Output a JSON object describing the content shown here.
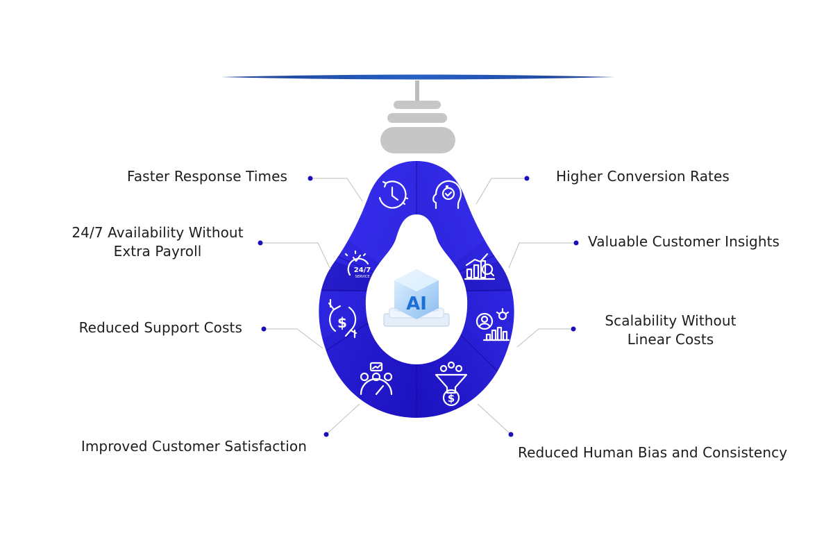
{
  "benefits": [
    {
      "id": "faster-response",
      "lines": [
        "Faster Response Times"
      ],
      "icon": "clock-icon"
    },
    {
      "id": "availability",
      "lines": [
        "24/7 Availability Without",
        "Extra Payroll"
      ],
      "icon": "24-7-service-icon",
      "badge": [
        "24/7",
        "SERVICE"
      ]
    },
    {
      "id": "support-costs",
      "lines": [
        "Reduced Support Costs"
      ],
      "icon": "dollar-cycle-icon"
    },
    {
      "id": "satisfaction",
      "lines": [
        "Improved Customer Satisfaction"
      ],
      "icon": "satisfaction-meter-icon"
    },
    {
      "id": "conversion",
      "lines": [
        "Higher Conversion Rates"
      ],
      "icon": "head-brain-icon"
    },
    {
      "id": "insights",
      "lines": [
        "Valuable Customer Insights"
      ],
      "icon": "analytics-chart-icon"
    },
    {
      "id": "scalability",
      "lines": [
        "Scalability Without",
        "Linear Costs"
      ],
      "icon": "user-growth-chart-icon"
    },
    {
      "id": "bias",
      "lines": [
        "Reduced Human Bias and Consistency"
      ],
      "icon": "sales-funnel-icon"
    }
  ],
  "center": {
    "text": "AI",
    "icon": "ai-chip-icon"
  },
  "colors": {
    "bulb_dark": "#1a0fb8",
    "bulb_mid": "#2d23e6",
    "bulb_light": "#3d35f5",
    "hanger": "#1e4fa8",
    "socket": "#c8c8c8",
    "connector": "#bdbdbd",
    "dot": "#1a0fb8",
    "text": "#1c1c1c"
  }
}
